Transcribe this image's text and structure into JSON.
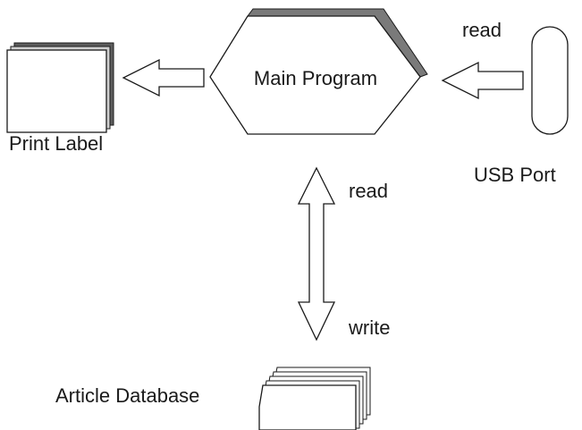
{
  "nodes": {
    "main_program": {
      "label": "Main Program"
    },
    "print_label": {
      "label": "Print Label"
    },
    "usb_port": {
      "label": "USB Port"
    },
    "article_database": {
      "label": "Article Database"
    }
  },
  "edges": {
    "usb_to_main": {
      "label": "read"
    },
    "main_database_read": {
      "label": "read"
    },
    "main_database_write": {
      "label": "write"
    }
  },
  "colors": {
    "stroke": "#1a1a1a",
    "fill": "#ffffff",
    "shadow_dark": "#6e6e6e",
    "shadow_light": "#c8c8c8"
  }
}
